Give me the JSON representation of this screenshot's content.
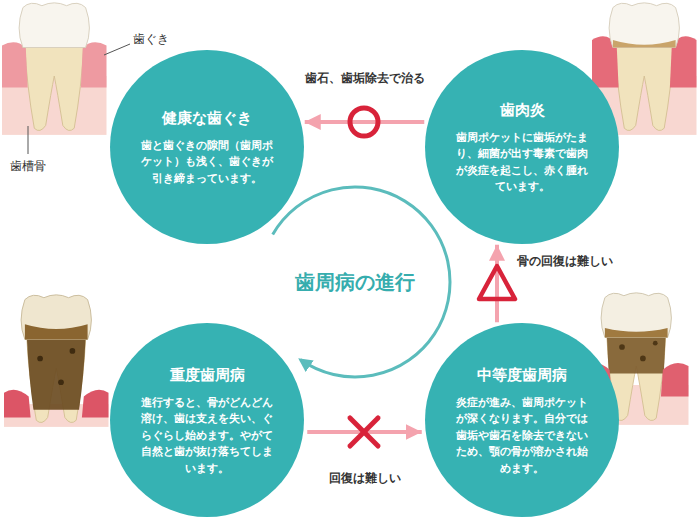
{
  "diagram": {
    "nodes": [
      {
        "text": [
          "健康な歯ぐき",
          "歯と歯ぐきの隙間（歯周ポケット）も浅く、歯ぐきが引き締まっています。"
        ]
      },
      {
        "text": [
          "歯肉炎",
          "歯周ポケットに歯垢がたまり、細菌が出す毒素で歯肉が炎症を起こし、赤く腫れています。"
        ]
      },
      {
        "text": [
          "重度歯周病",
          "進行すると、骨がどんどん溶け、歯は支えを失い、ぐらぐらし始めます。やがて自然と歯が抜け落ちてしまいます。"
        ]
      },
      {
        "text": [
          "中等度歯周病",
          "炎症が進み、歯周ポケットが深くなります。自分では歯垢や歯石を除去できないため、顎の骨が溶かされ始めます。"
        ]
      }
    ],
    "edges": [
      {
        "from": 1,
        "to": 0,
        "arrow": "to",
        "label": "歯石、歯垢除去で治る"
      },
      {
        "from": 3,
        "to": 1,
        "arrow": "to",
        "label": "骨の回復は難しい"
      },
      {
        "from": 2,
        "to": 3,
        "arrow": "to",
        "label": "回復は難しい"
      }
    ],
    "labels": [
      "歯ぐき",
      "歯槽骨",
      "歯周病の進行"
    ]
  }
}
